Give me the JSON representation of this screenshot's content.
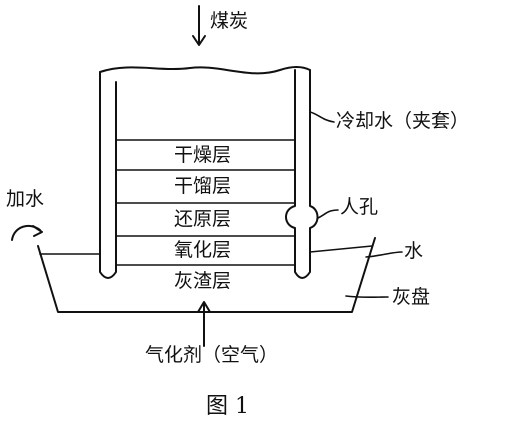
{
  "diagram": {
    "top_input": "煤炭",
    "layers": [
      "干燥层",
      "干馏层",
      "还原层",
      "氧化层",
      "灰渣层"
    ],
    "jacket_label": "冷却水（夹套）",
    "manhole_label": "人孔",
    "add_water_label": "加水",
    "water_label": "水",
    "ash_pan_label": "灰盘",
    "bottom_input": "气化剂（空气）",
    "caption": "图 1"
  }
}
